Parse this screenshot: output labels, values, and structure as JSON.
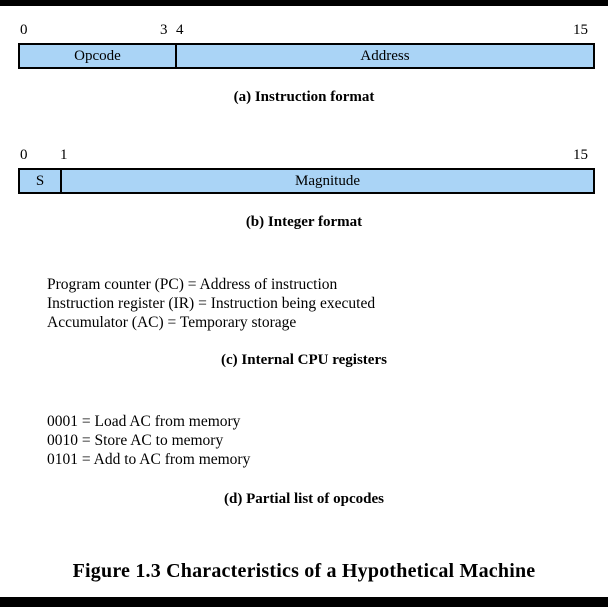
{
  "figure": {
    "title": "Figure 1.3   Characteristics of a Hypothetical Machine",
    "accent_color": "#aad4f6",
    "border_color": "#000000",
    "background_color": "#ffffff"
  },
  "panel_a": {
    "caption": "(a) Instruction format",
    "bit_labels": {
      "start": "0",
      "opcode_end": "3",
      "address_start": "4",
      "end": "15"
    },
    "fields": [
      {
        "label": "Opcode",
        "bits": "0-3"
      },
      {
        "label": "Address",
        "bits": "4-15"
      }
    ]
  },
  "panel_b": {
    "caption": "(b) Integer format",
    "bit_labels": {
      "start": "0",
      "magnitude_start": "1",
      "end": "15"
    },
    "fields": [
      {
        "label": "S",
        "bits": "0"
      },
      {
        "label": "Magnitude",
        "bits": "1-15"
      }
    ]
  },
  "panel_c": {
    "caption": "(c) Internal CPU registers",
    "lines": [
      "Program counter (PC) = Address of instruction",
      "Instruction register (IR) = Instruction being executed",
      "Accumulator (AC) = Temporary storage"
    ]
  },
  "panel_d": {
    "caption": "(d) Partial list of opcodes",
    "lines": [
      "0001 = Load AC from memory",
      "0010 = Store AC to memory",
      "0101 = Add to AC from memory"
    ]
  }
}
